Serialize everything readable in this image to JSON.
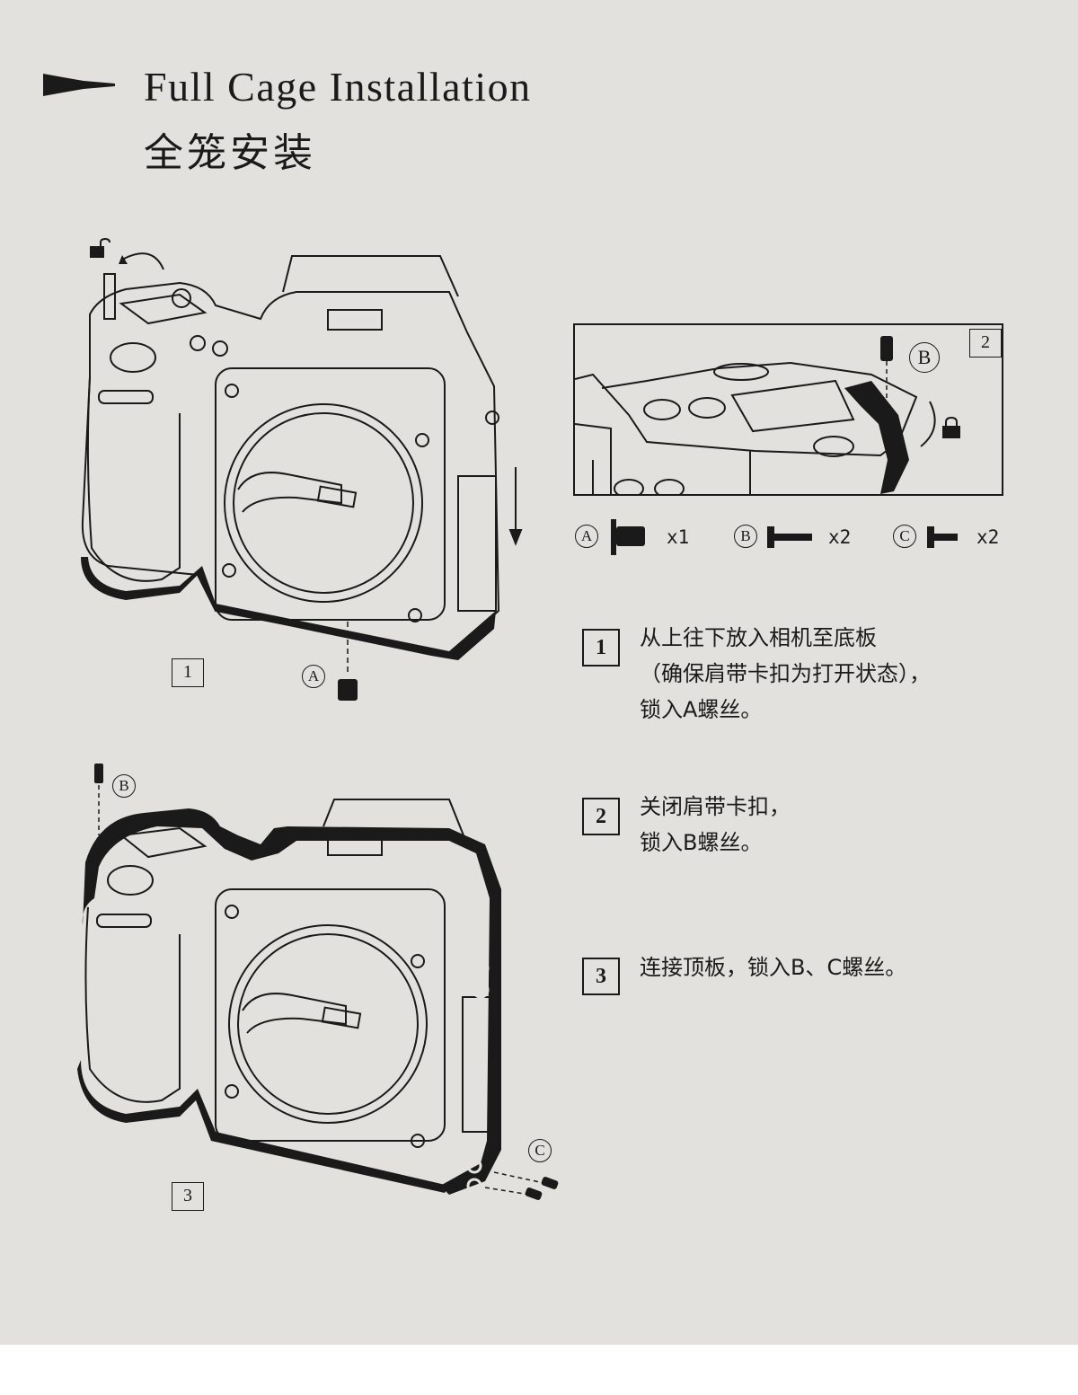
{
  "header": {
    "title_en": "Full Cage Installation",
    "title_cn": "全笼安装"
  },
  "figures": {
    "fig1_label": "1",
    "fig1_screw": "A",
    "fig2_label": "2",
    "fig2_screw": "B",
    "fig3_label": "3",
    "fig3_screw_b": "B",
    "fig3_screw_c": "C"
  },
  "parts": [
    {
      "id": "A",
      "qty": "x1"
    },
    {
      "id": "B",
      "qty": "x2"
    },
    {
      "id": "C",
      "qty": "x2"
    }
  ],
  "steps": [
    {
      "num": "1",
      "lines": [
        "从上往下放入相机至底板",
        "（确保肩带卡扣为打开状态），",
        "锁入A螺丝。"
      ]
    },
    {
      "num": "2",
      "lines": [
        "关闭肩带卡扣，",
        "锁入B螺丝。"
      ]
    },
    {
      "num": "3",
      "lines": [
        "连接顶板，锁入B、C螺丝。"
      ]
    }
  ],
  "icons": [
    "arrow-pointer-icon",
    "unlock-icon",
    "lock-icon",
    "rotate-arrow-icon",
    "down-arrow-icon"
  ]
}
